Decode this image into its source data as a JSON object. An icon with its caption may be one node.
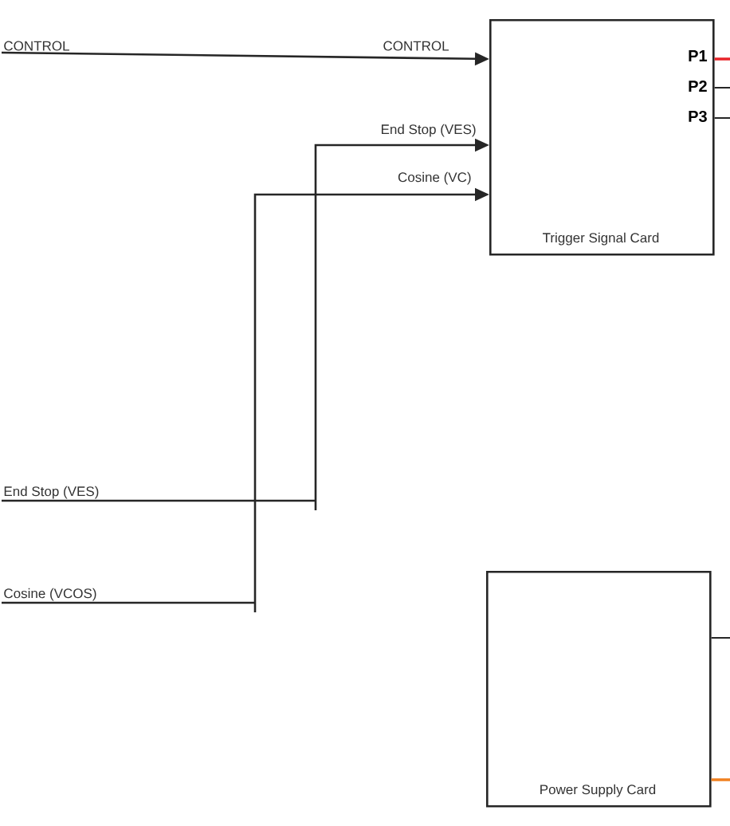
{
  "diagram": {
    "nodes": [
      {
        "text": [
          "P1",
          "P2",
          "P3",
          "Trigger Signal Card"
        ]
      },
      {
        "text": [
          "CONTROL"
        ]
      },
      {
        "text": [
          "End Stop (VES)"
        ]
      },
      {
        "text": [
          "Cosine (VCOS)"
        ]
      },
      {
        "text": [
          "Power Supply Card"
        ]
      }
    ],
    "edges": [
      {
        "from": 1,
        "to": 0,
        "arrow": "to",
        "label": "CONTROL"
      },
      {
        "from": 2,
        "to": 0,
        "arrow": "to",
        "label": "End Stop (VES)"
      },
      {
        "from": 3,
        "to": 0,
        "arrow": "to",
        "label": "Cosine (VC)"
      },
      {
        "from": 0,
        "to": null,
        "arrow": "none",
        "color": "#e8242a"
      },
      {
        "from": 0,
        "to": null,
        "arrow": "none"
      },
      {
        "from": 0,
        "to": null,
        "arrow": "none"
      },
      {
        "from": 4,
        "to": null,
        "arrow": "none"
      },
      {
        "from": 4,
        "to": null,
        "arrow": "none",
        "color": "#f08020"
      }
    ]
  }
}
